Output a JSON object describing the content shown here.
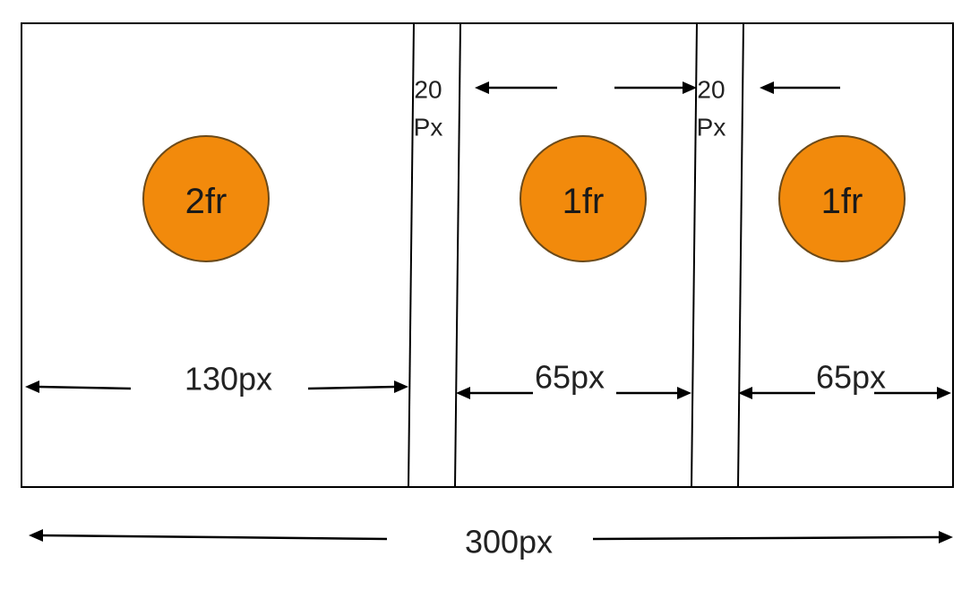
{
  "grid": {
    "columns": [
      {
        "fraction_label": "2fr",
        "width_label": "130px"
      },
      {
        "fraction_label": "1fr",
        "width_label": "65px"
      },
      {
        "fraction_label": "1fr",
        "width_label": "65px"
      }
    ],
    "gaps": [
      {
        "line1": "20",
        "line2": "Px"
      },
      {
        "line1": "20",
        "line2": "Px"
      }
    ],
    "total_width_label": "300px"
  },
  "colors": {
    "circle_fill": "#f28a0c",
    "line": "#000000"
  }
}
